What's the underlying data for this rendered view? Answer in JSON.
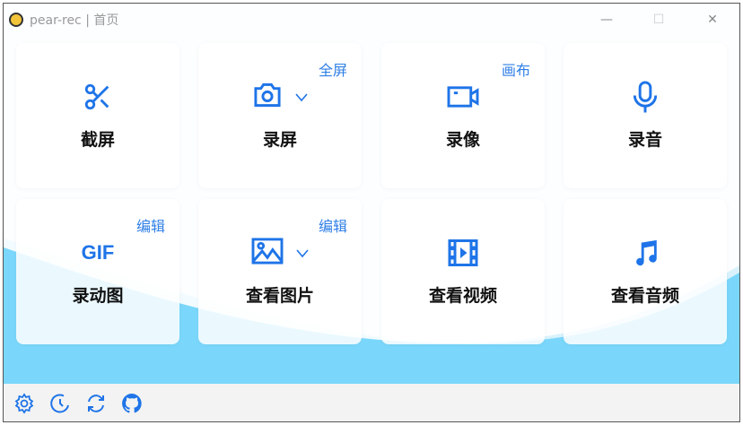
{
  "window": {
    "title": "pear-rec | 首页",
    "minimize": "—",
    "maximize": "☐",
    "close": "✕"
  },
  "cards": [
    {
      "label": "截屏",
      "icon": "scissors-icon"
    },
    {
      "label": "录屏",
      "icon": "camera-icon",
      "tag": "全屏"
    },
    {
      "label": "录像",
      "icon": "video-camera-icon",
      "tag": "画布"
    },
    {
      "label": "录音",
      "icon": "microphone-icon"
    },
    {
      "label": "录动图",
      "icon": "gif-icon",
      "icon_text": "GIF",
      "tag": "编辑"
    },
    {
      "label": "查看图片",
      "icon": "image-icon",
      "tag": "编辑"
    },
    {
      "label": "查看视频",
      "icon": "film-icon"
    },
    {
      "label": "查看音频",
      "icon": "music-icon"
    }
  ],
  "footer": [
    "gear-icon",
    "history-icon",
    "refresh-icon",
    "github-icon"
  ],
  "colors": {
    "accent": "#1e74e8",
    "wave": "#7ad7fb",
    "footer": "#f3f3f3"
  }
}
